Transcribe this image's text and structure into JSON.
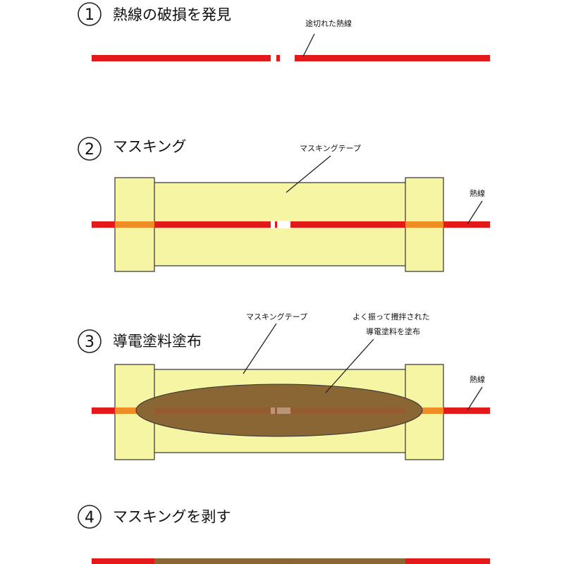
{
  "colors": {
    "wire": "#e41a1a",
    "tape": "#f5f5a3",
    "tape_overlap": "#f08c24",
    "paint": "#8a6634",
    "outline": "#333333",
    "gap": "#ffffff"
  },
  "steps": [
    {
      "number": "1",
      "title": "熱線の破損を発見",
      "labels": {
        "break": "途切れた熱線"
      }
    },
    {
      "number": "2",
      "title": "マスキング",
      "labels": {
        "tape": "マスキングテープ",
        "wire": "熱線"
      }
    },
    {
      "number": "3",
      "title": "導電塗料塗布",
      "labels": {
        "tape": "マスキングテープ",
        "paint_line1": "よく振って攪拌された",
        "paint_line2": "導電塗料を塗布",
        "wire": "熱線"
      }
    },
    {
      "number": "4",
      "title": "マスキングを剥す"
    }
  ]
}
